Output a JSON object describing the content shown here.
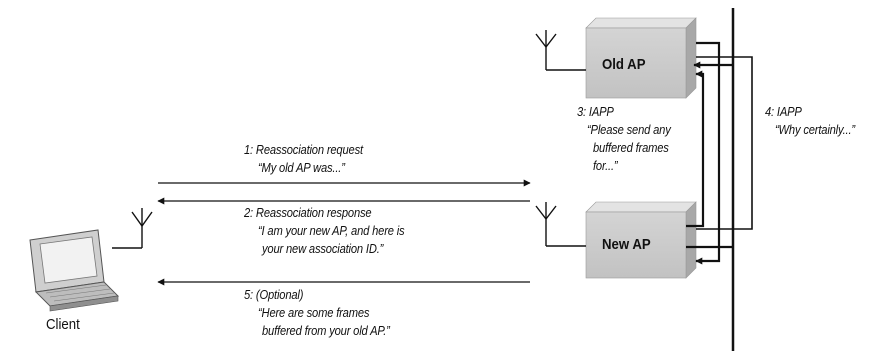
{
  "diagram": {
    "nodes": {
      "old_ap": "Old AP",
      "new_ap": "New AP",
      "client": "Client"
    },
    "messages": [
      {
        "title": "1: Reassociation request",
        "lines": [
          "“My old AP was...”"
        ]
      },
      {
        "title": "2: Reassociation response",
        "lines": [
          "“I am your new AP, and here is",
          "your new association ID.”"
        ]
      },
      {
        "title": "3: IAPP",
        "lines": [
          "“Please send any",
          "buffered frames",
          "for...”"
        ]
      },
      {
        "title": "4: IAPP",
        "lines": [
          "“Why certainly...”"
        ]
      },
      {
        "title": "5: (Optional)",
        "lines": [
          "“Here are some frames",
          "buffered from your old AP.”"
        ]
      }
    ]
  }
}
